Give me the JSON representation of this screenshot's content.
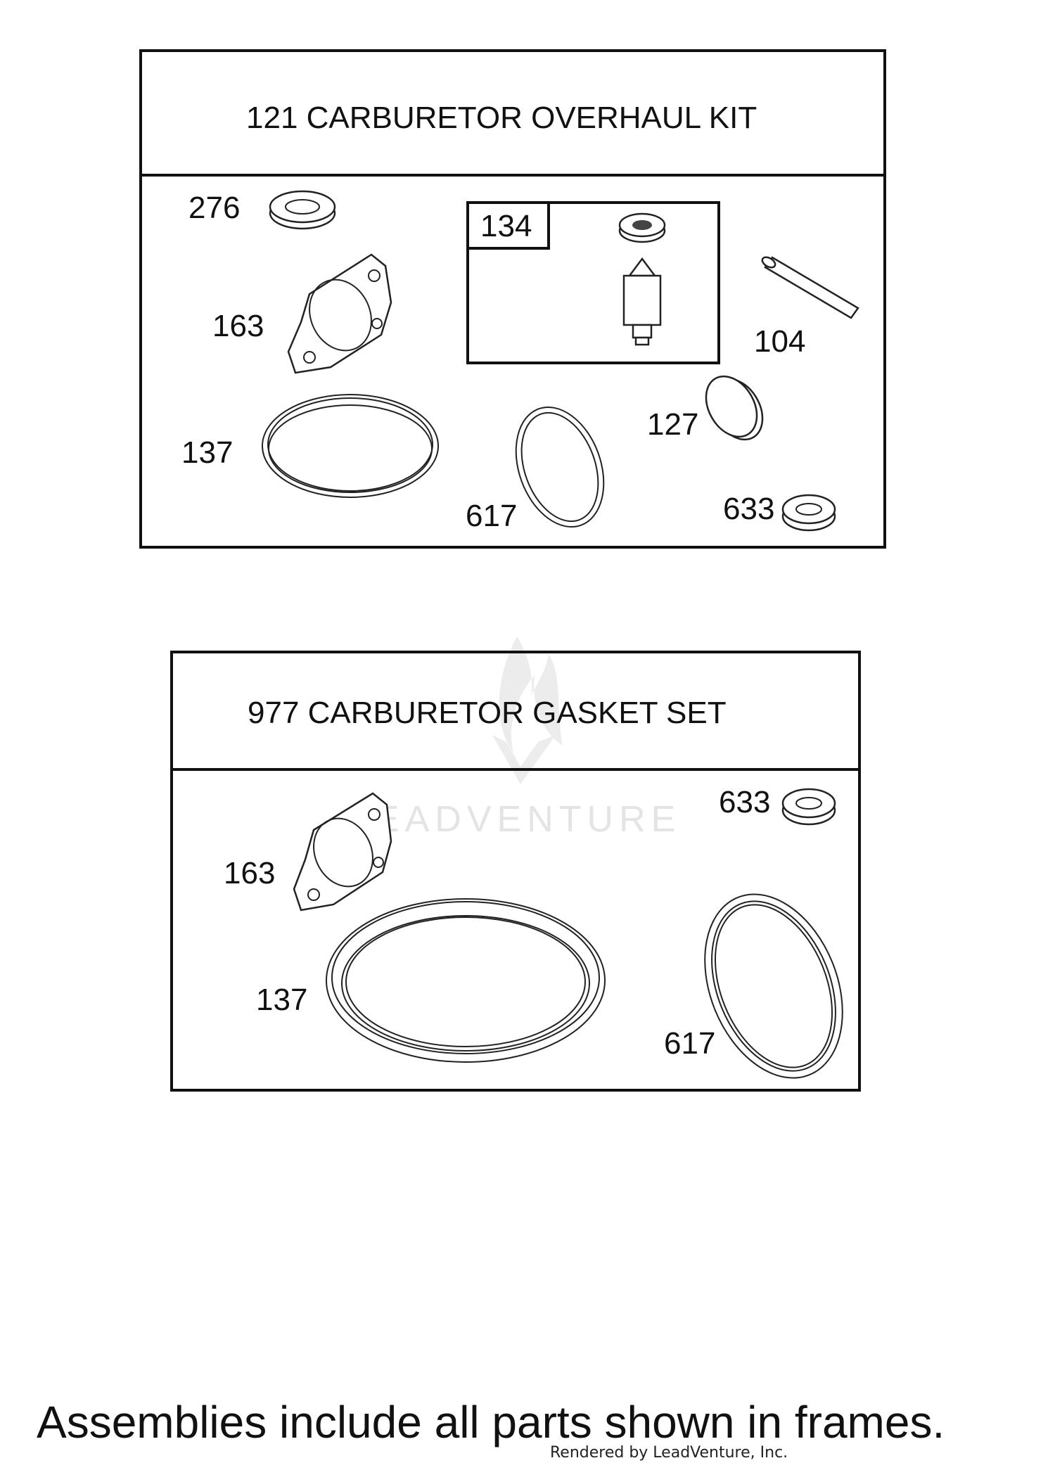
{
  "watermark": {
    "text": "LEADVENTURE",
    "icon": "leadventure-flame-logo"
  },
  "frames": [
    {
      "title": "121 CARBURETOR OVERHAUL KIT",
      "parts": [
        {
          "label": "276",
          "icon": "washer-icon"
        },
        {
          "label": "163",
          "icon": "gasket-icon"
        },
        {
          "label": "134",
          "icon": "float-needle-icon"
        },
        {
          "label": "104",
          "icon": "pin-icon"
        },
        {
          "label": "137",
          "icon": "o-ring-icon"
        },
        {
          "label": "127",
          "icon": "welch-plug-icon"
        },
        {
          "label": "617",
          "icon": "o-ring-icon"
        },
        {
          "label": "633",
          "icon": "washer-icon"
        }
      ]
    },
    {
      "title": "977 CARBURETOR GASKET SET",
      "parts": [
        {
          "label": "633",
          "icon": "washer-icon"
        },
        {
          "label": "163",
          "icon": "gasket-icon"
        },
        {
          "label": "137",
          "icon": "o-ring-icon"
        },
        {
          "label": "617",
          "icon": "o-ring-icon"
        }
      ]
    }
  ],
  "footer": {
    "note": "Assemblies include all parts shown in frames.",
    "credit": "Rendered by LeadVenture, Inc."
  }
}
